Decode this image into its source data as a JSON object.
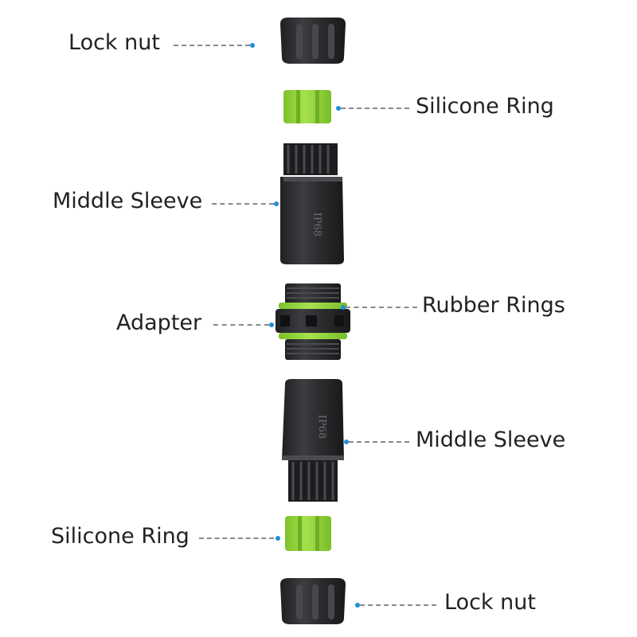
{
  "parts": [
    {
      "id": "lock-nut-top",
      "label": "Lock nut"
    },
    {
      "id": "silicone-ring-top",
      "label": "Silicone Ring"
    },
    {
      "id": "middle-sleeve-top",
      "label": "Middle Sleeve",
      "marking": "IP68"
    },
    {
      "id": "adapter",
      "label": "Adapter"
    },
    {
      "id": "rubber-rings",
      "label": "Rubber Rings"
    },
    {
      "id": "middle-sleeve-bottom",
      "label": "Middle Sleeve",
      "marking": "IP68"
    },
    {
      "id": "silicone-ring-bottom",
      "label": "Silicone Ring"
    },
    {
      "id": "lock-nut-bottom",
      "label": "Lock nut"
    }
  ],
  "colors": {
    "body": "#2e2f31",
    "ring": "#8fd336",
    "leader_dot": "#1e90d8",
    "leader_line": "#8a8a8a",
    "text": "#222222"
  }
}
